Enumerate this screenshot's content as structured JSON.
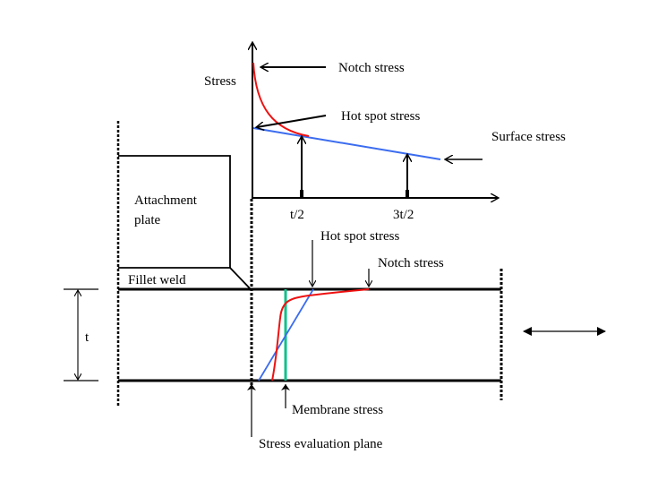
{
  "diagram": {
    "graph": {
      "y_axis_label": "Stress",
      "x_ticks": [
        "t/2",
        "3t/2"
      ],
      "annotations": {
        "notch": "Notch stress",
        "hot_spot": "Hot spot stress",
        "surface": "Surface stress"
      }
    },
    "structure": {
      "attachment_plate": "Attachment\nplate",
      "attachment_line1": "Attachment",
      "attachment_line2": "plate",
      "fillet_weld": "Fillet weld",
      "thickness": "t"
    },
    "through_thickness": {
      "hot_spot": "Hot spot stress",
      "notch": "Notch stress",
      "membrane": "Membrane stress",
      "evaluation_plane": "Stress evaluation plane"
    },
    "colors": {
      "notch_curve": "#ee1111",
      "linear_extrapolation": "#3b6cf0",
      "membrane": "#11c08a",
      "lines": "#000000"
    }
  }
}
